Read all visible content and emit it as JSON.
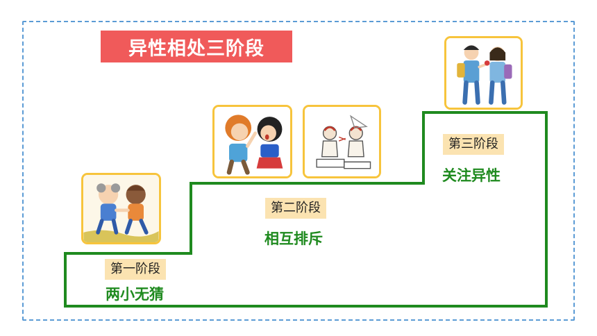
{
  "title": "异性相处三阶段",
  "colors": {
    "frame": "#5b9bd5",
    "title_bg": "#f05a5a",
    "stair_line": "#1f8a1f",
    "label_bg": "#fbe3b1",
    "image_border": "#f7c43c"
  },
  "stages": [
    {
      "label": "第一阶段",
      "description": "两小无猜",
      "image": "children-holding-hands-illustration"
    },
    {
      "label": "第二阶段",
      "description": "相互排斥",
      "images": [
        "boy-girl-arguing-illustration",
        "students-quarreling-sketch"
      ]
    },
    {
      "label": "第三阶段",
      "description": "关注异性",
      "image": "boy-giving-flower-to-girl-illustration"
    }
  ]
}
